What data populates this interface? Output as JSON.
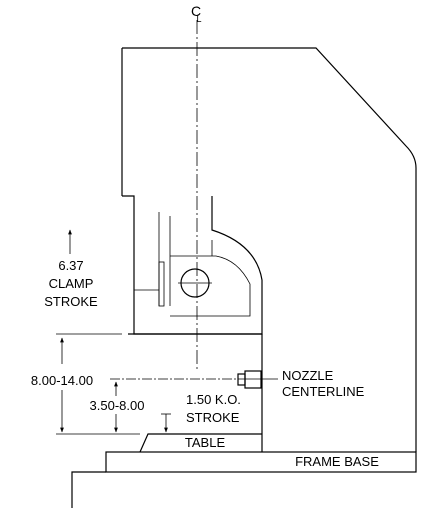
{
  "labels": {
    "centerline_mark": "C",
    "centerline_mark_sub": "L",
    "clamp_value": "6.37",
    "clamp_line1": "CLAMP",
    "clamp_line2": "STROKE",
    "daylight": "8.00-14.00",
    "nozzle_height": "3.50-8.00",
    "ko_value": "1.50 K.O.",
    "ko_label": "STROKE",
    "nozzle_line1": "NOZZLE",
    "nozzle_line2": "CENTERLINE",
    "table": "TABLE",
    "frame_base": "FRAME BASE"
  }
}
